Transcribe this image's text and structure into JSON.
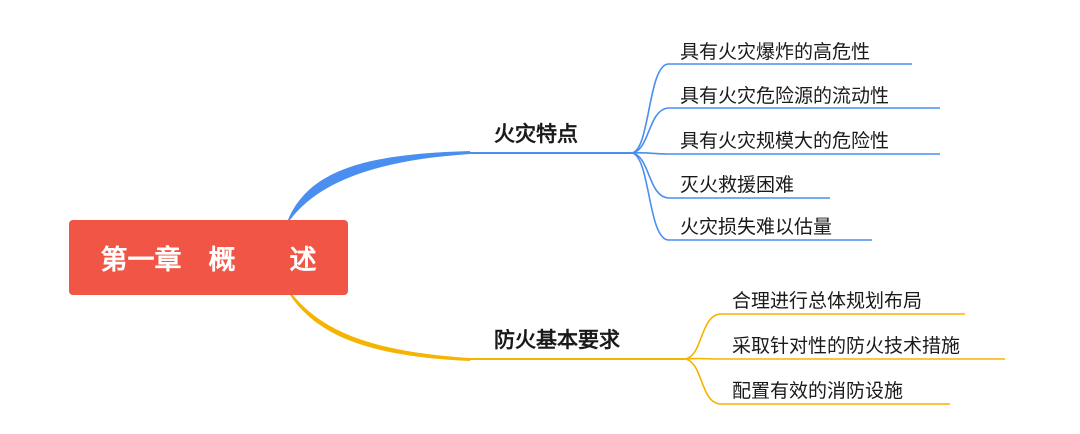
{
  "root": {
    "label": "第一章　概　　述",
    "color": "#f05545"
  },
  "branches": [
    {
      "label": "火灾特点",
      "color": "#4a8ef0",
      "leaves": [
        "具有火灾爆炸的高危性",
        "具有火灾危险源的流动性",
        "具有火灾规模大的危险性",
        "灭火救援困难",
        "火灾损失难以估量"
      ]
    },
    {
      "label": "防火基本要求",
      "color": "#f5b400",
      "leaves": [
        "合理进行总体规划布局",
        "采取针对性的防火技术措施",
        "配置有效的消防设施"
      ]
    }
  ]
}
